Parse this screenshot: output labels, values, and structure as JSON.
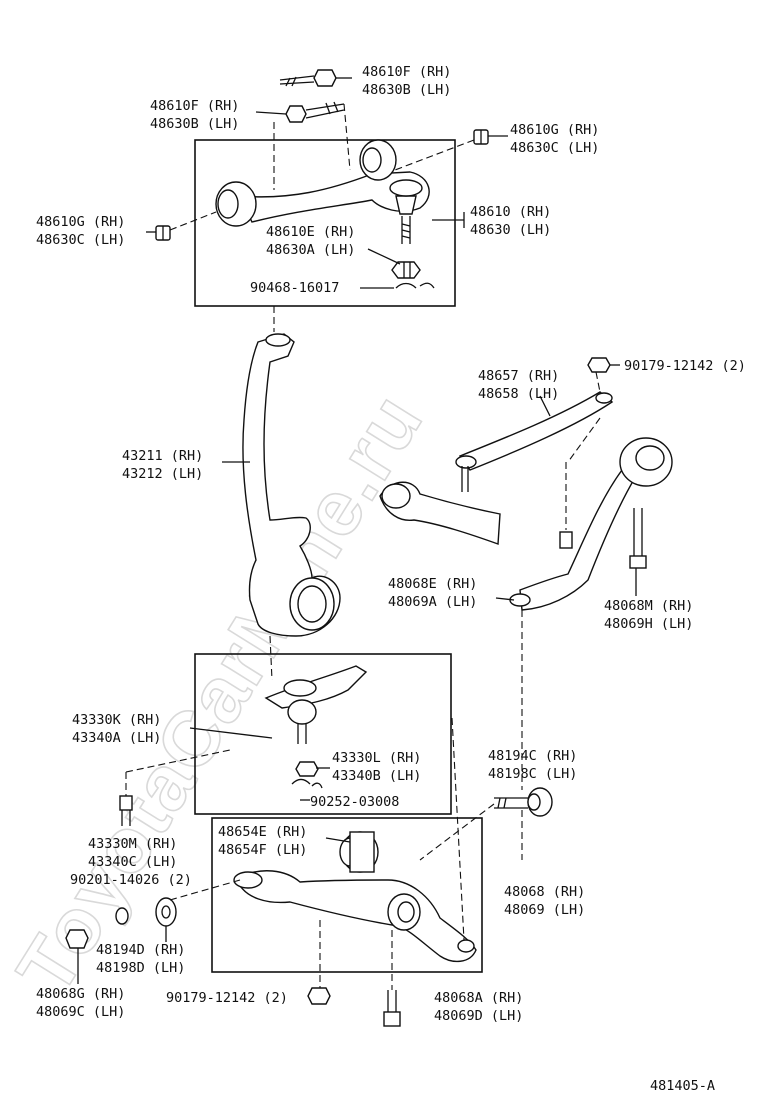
{
  "watermark": "ToyotaCarMine.ru",
  "diagram_id": "481405-A",
  "labels": {
    "l01": "48610F (RH)",
    "l02": "48630B (LH)",
    "l03": "48610F (RH)",
    "l04": "48630B (LH)",
    "l05": "48610G (RH)",
    "l06": "48630C (LH)",
    "l07": "48610G (RH)",
    "l08": "48630C (LH)",
    "l09": "48610 (RH)",
    "l10": "48630 (LH)",
    "l11": "48610E (RH)",
    "l12": "48630A (LH)",
    "l13": "90468-16017",
    "l14": "90179-12142 (2)",
    "l15": "48657 (RH)",
    "l16": "48658 (LH)",
    "l17": "43211 (RH)",
    "l18": "43212 (LH)",
    "l19": "48068E (RH)",
    "l20": "48069A (LH)",
    "l21": "48068M (RH)",
    "l22": "48069H (LH)",
    "l23": "43330K (RH)",
    "l24": "43340A (LH)",
    "l25": "43330L (RH)",
    "l26": "43340B (LH)",
    "l27": "90252-03008",
    "l28": "48194C (RH)",
    "l29": "48198C (LH)",
    "l30": "43330M (RH)",
    "l31": "43340C (LH)",
    "l32": "48654E (RH)",
    "l33": "48654F (LH)",
    "l34": "90201-14026 (2)",
    "l35": "48068 (RH)",
    "l36": "48069 (LH)",
    "l37": "48194D (RH)",
    "l38": "48198D (LH)",
    "l39": "48068G (RH)",
    "l40": "48069C (LH)",
    "l41": "90179-12142 (2)",
    "l42": "48068A (RH)",
    "l43": "48069D (LH)"
  }
}
